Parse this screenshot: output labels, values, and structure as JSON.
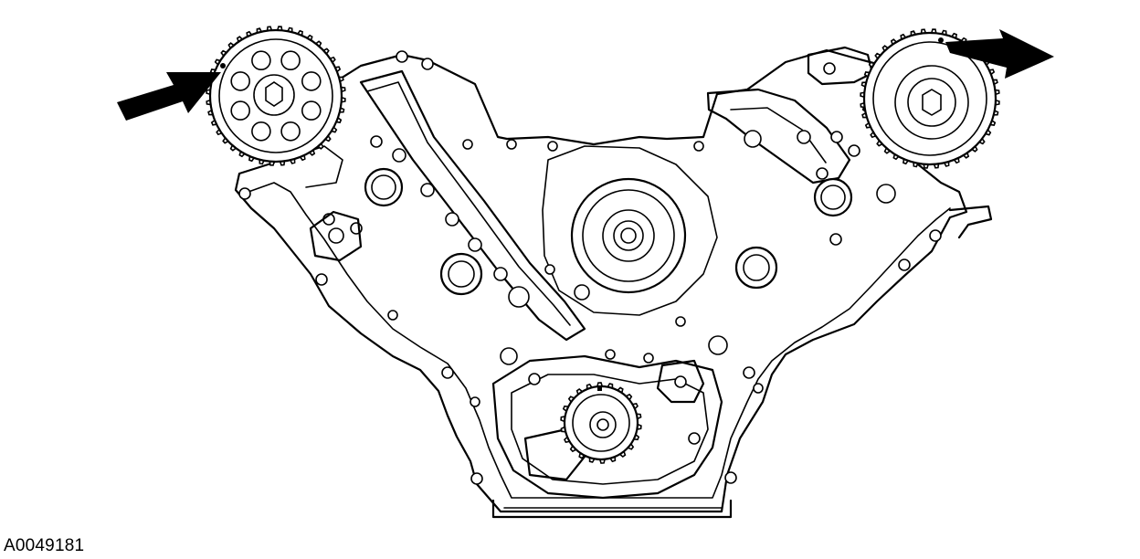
{
  "figure": {
    "id_label": "A0049181"
  },
  "icons": {
    "left_arrow": "arrow-pointing-to-timing-mark",
    "right_arrow": "arrow-pointing-to-timing-mark"
  }
}
